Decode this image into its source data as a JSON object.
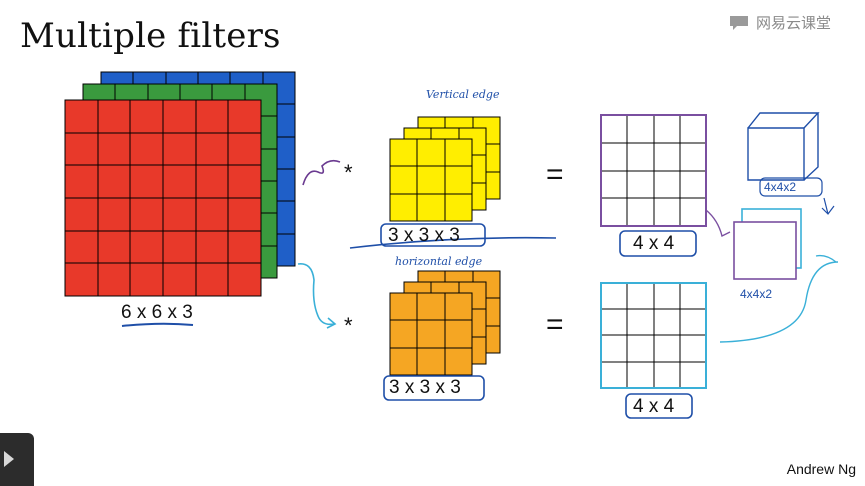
{
  "slide": {
    "title": "Multiple filters",
    "brand": "网易云课堂",
    "author": "Andrew Ng",
    "input_label": "6 x 6 x 3",
    "filter1_label": "3 x 3 x 3",
    "filter2_label": "3 x 3 x 3",
    "output1_label": "4 x 4",
    "output2_label": "4 x 4",
    "filter1_note": "Vertical edge",
    "filter2_note": "horizontal edge",
    "stack_label_top": "4x4x2",
    "stack_label_bottom": "4x4x2",
    "conv_symbol": "*",
    "equals_symbol": "="
  },
  "colors": {
    "input_red": "#e8392a",
    "input_green": "#3a9a3e",
    "input_blue": "#1f5fc8",
    "filter1": "#ffee00",
    "filter2": "#f5a623",
    "ink_blue": "#1f4fa8",
    "ink_cyan": "#3ab0d8",
    "ink_purple": "#7a4fa0"
  },
  "player": {
    "play_icon": "play-icon"
  }
}
